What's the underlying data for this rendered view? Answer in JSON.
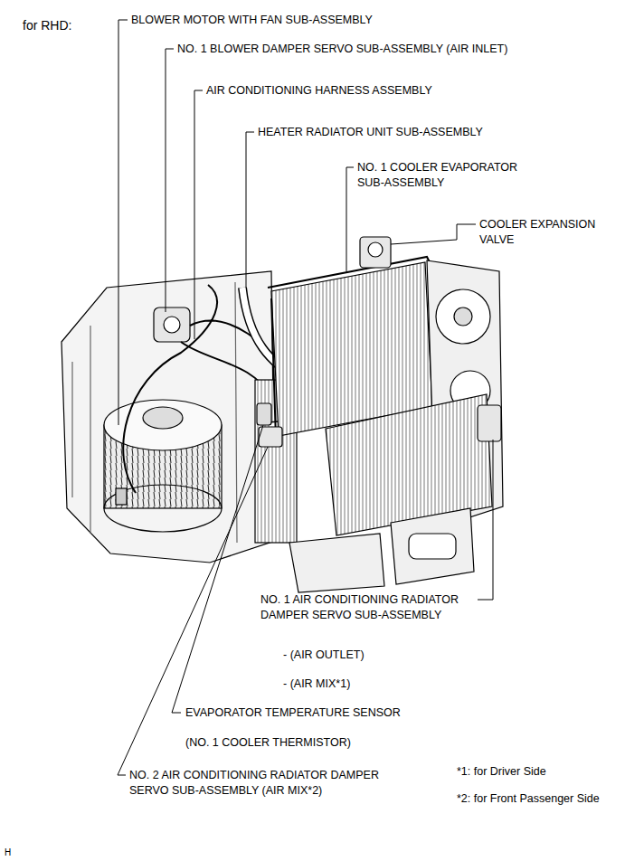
{
  "diagram": {
    "labels": [
      "for RHD:",
      "BLOWER MOTOR WITH FAN SUB-ASSEMBLY",
      "NO. 1 BLOWER DAMPER SERVO SUB-ASSEMBLY (AIR INLET)",
      "AIR CONDITIONING HARNESS ASSEMBLY",
      "HEATER RADIATOR UNIT SUB-ASSEMBLY",
      "NO. 1 COOLER EVAPORATOR SUB-ASSEMBLY",
      "COOLER EXPANSION VALVE",
      "NO. 1 AIR CONDITIONING RADIATOR DAMPER SERVO SUB-ASSEMBLY",
      "- (AIR OUTLET)",
      "- (AIR MIX*1)",
      "EVAPORATOR TEMPERATURE SENSOR",
      "(NO. 1 COOLER THERMISTOR)",
      "NO. 2 AIR CONDITIONING RADIATOR DAMPER SERVO SUB-ASSEMBLY (AIR MIX*2)",
      "*1: for Driver Side",
      "*2: for Front Passenger Side",
      "H"
    ]
  }
}
